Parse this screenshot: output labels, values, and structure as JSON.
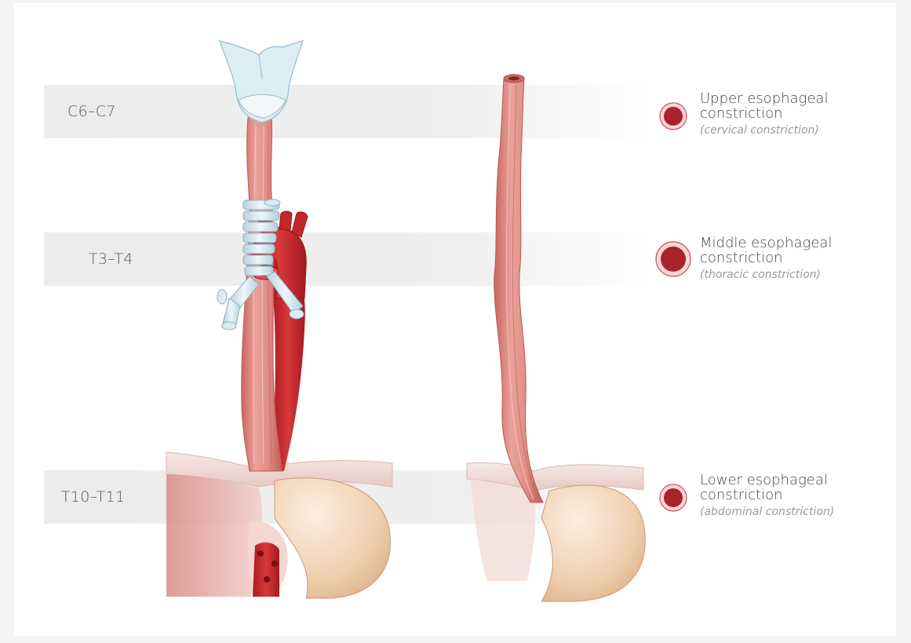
{
  "levels": [
    {
      "label": "C6–C7"
    },
    {
      "label": "T3–T4"
    },
    {
      "label": "T10–T11"
    }
  ],
  "constrictions": [
    {
      "title_line1": "Upper esophageal",
      "title_line2": "constriction",
      "subtitle": "(cervical constriction)"
    },
    {
      "title_line1": "Middle esophageal",
      "title_line2": "constriction",
      "subtitle": "(thoracic constriction)"
    },
    {
      "title_line1": "Lower esophageal",
      "title_line2": "constriction",
      "subtitle": "(abdominal constriction)"
    }
  ],
  "colors": {
    "marker": "#a8232a",
    "marker_ring": "#f2b3b5",
    "esophagus": "#dc8880",
    "aorta": "#c4262b",
    "trachea": "#d6e9f2",
    "stomach": "#ebc5a3"
  }
}
